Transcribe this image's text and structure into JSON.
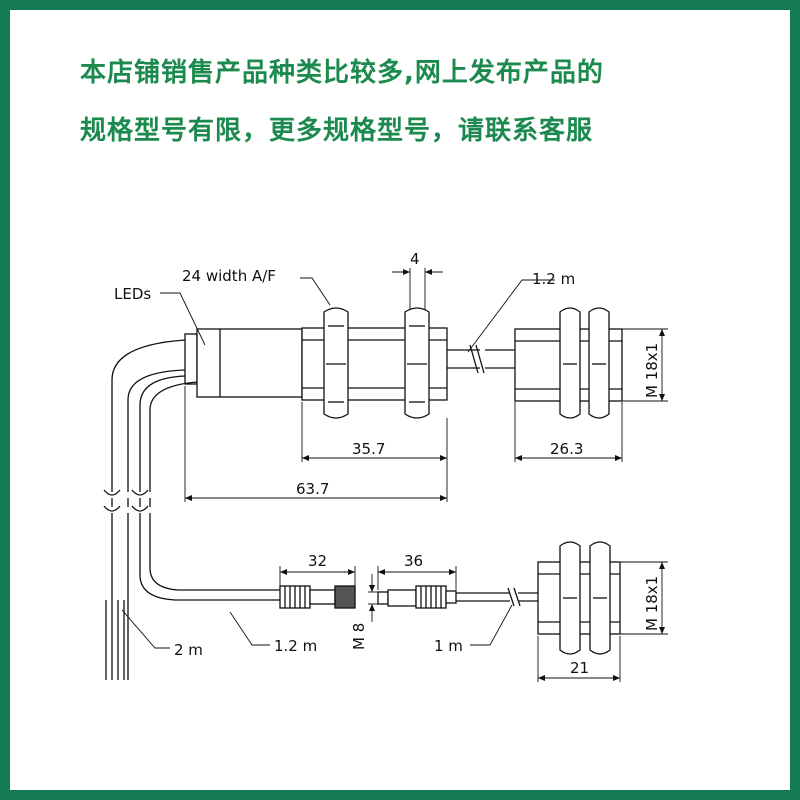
{
  "banner": {
    "line1": "本店铺销售产品种类比较多,网上发布产品的",
    "line2": "规格型号有限，更多规格型号，请联系客服"
  },
  "labels": {
    "leds": "LEDs",
    "width_af": "24 width A/F",
    "nut_4": "4",
    "cable_top": "1.2 m",
    "thread_top": "M 18x1",
    "dim_357": "35.7",
    "dim_263": "26.3",
    "dim_637": "63.7",
    "dim_32": "32",
    "dim_36": "36",
    "m8": "M 8",
    "cable_2m": "2 m",
    "cable_12m": "1.2 m",
    "cable_1m": "1 m",
    "thread_bottom": "M 18x1",
    "dim_21": "21"
  },
  "colors": {
    "frame": "#157a52",
    "banner_text": "#1c8a4e",
    "line": "#111111"
  }
}
